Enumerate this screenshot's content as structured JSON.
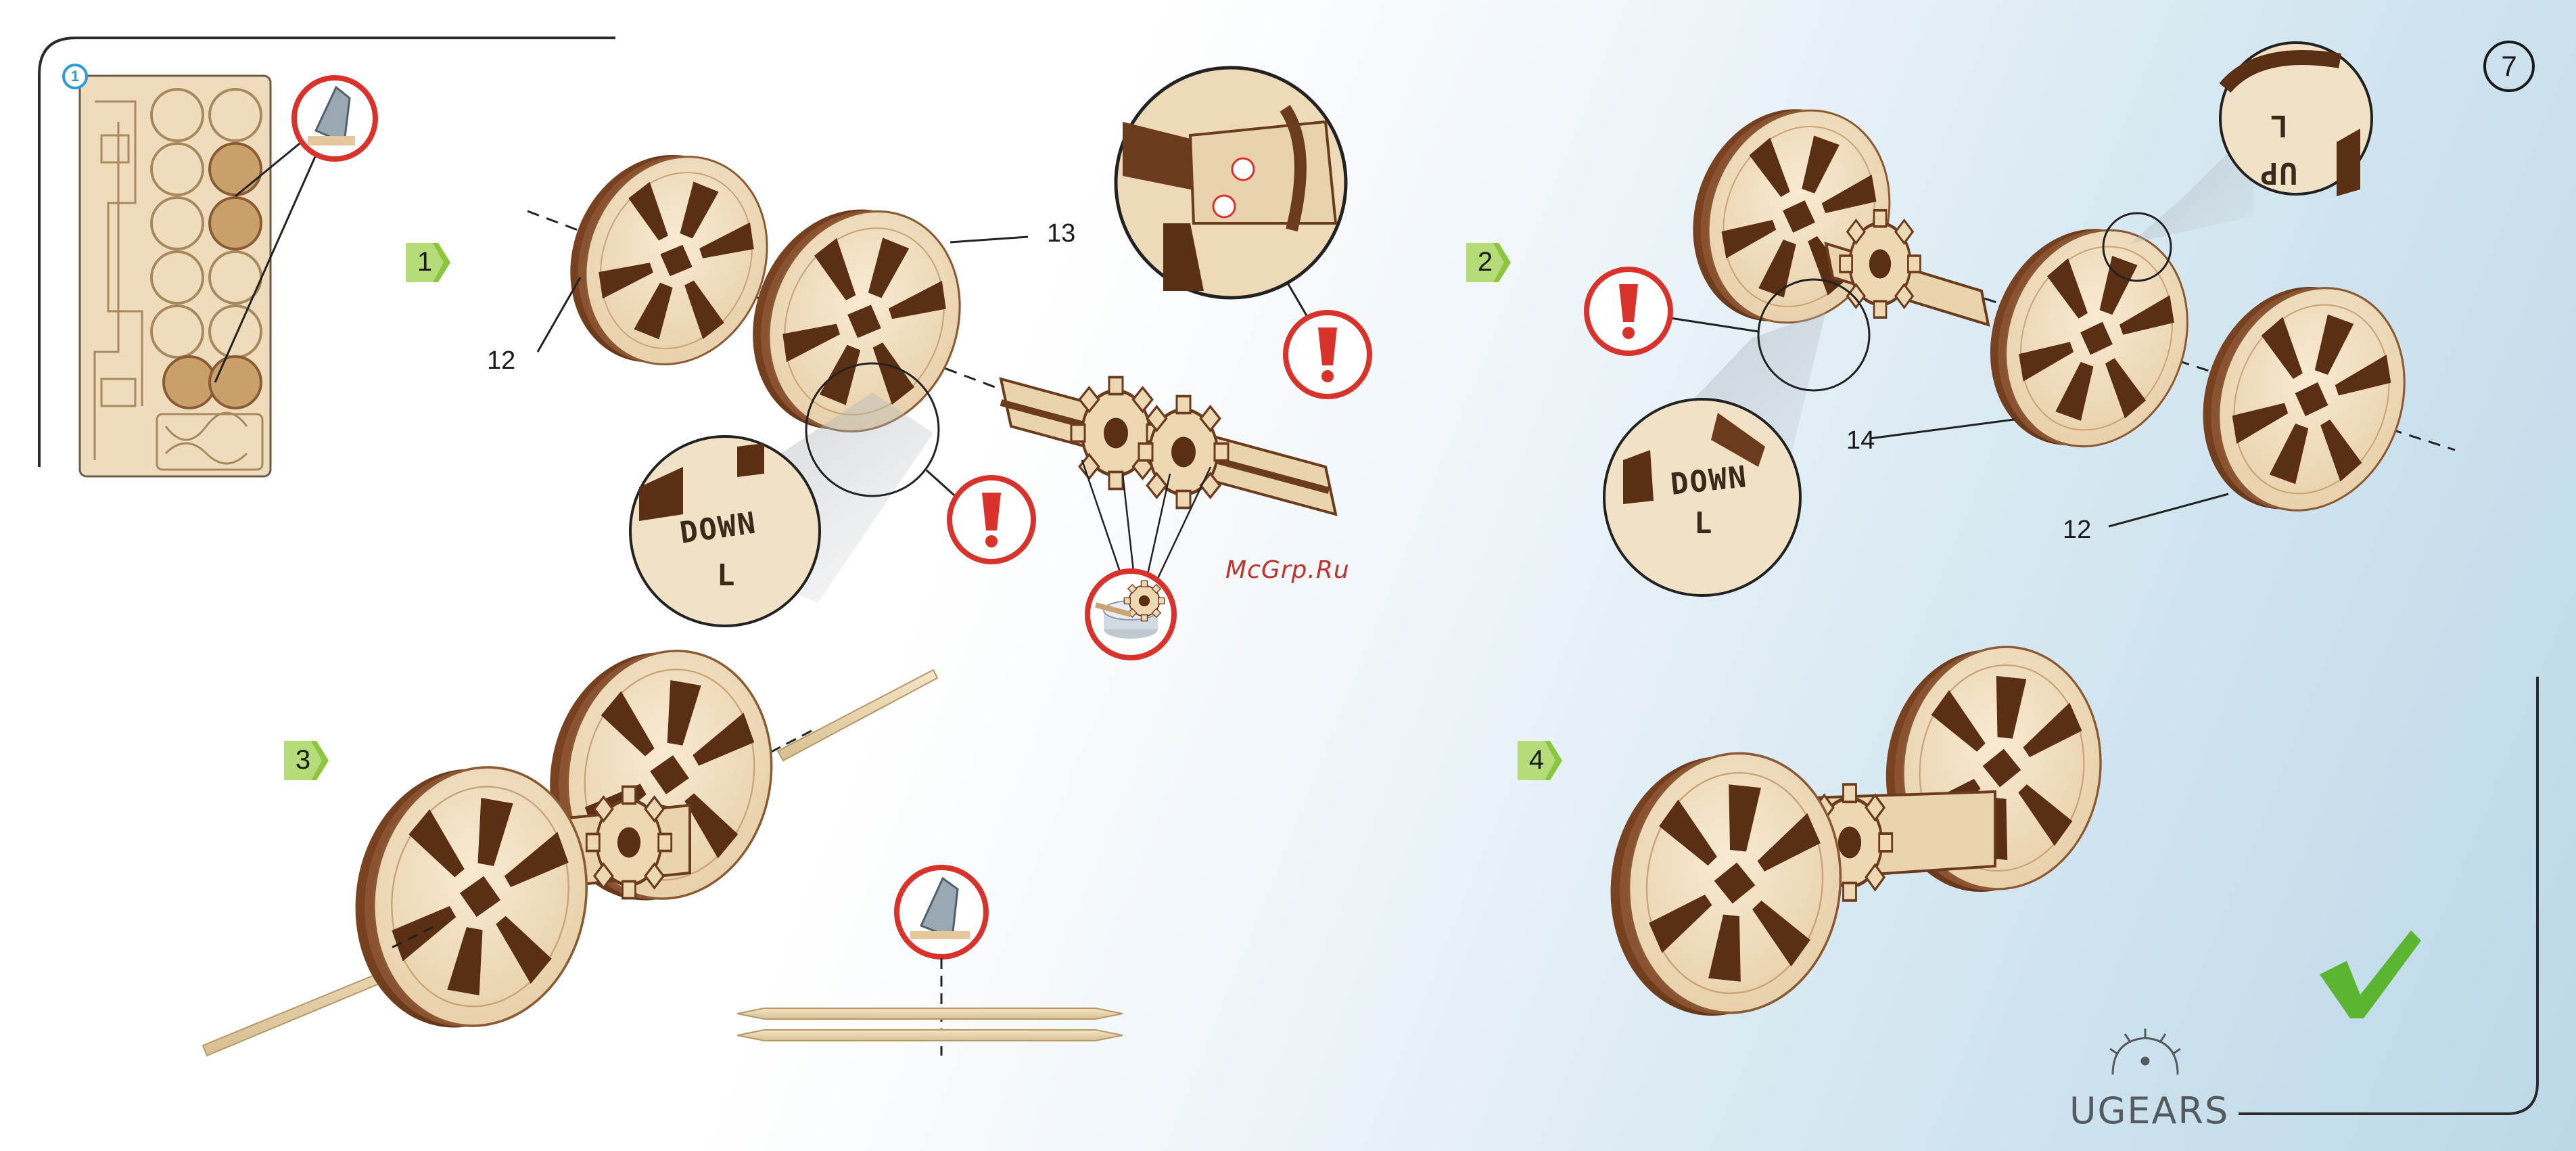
{
  "page_number": "7",
  "sheet_number": "1",
  "brand": "UGEARS",
  "watermark": "McGrp.Ru",
  "steps": [
    {
      "label": "1",
      "parts": [
        "12",
        "13"
      ]
    },
    {
      "label": "2",
      "parts": [
        "14",
        "12"
      ]
    },
    {
      "label": "3",
      "parts": []
    },
    {
      "label": "4",
      "parts": []
    }
  ],
  "stamps": {
    "down": "DOWN",
    "left": "L",
    "up": "UP"
  },
  "icons": [
    "exclamation-warning-icon",
    "cutter-knife-icon",
    "glue-pot-icon",
    "checkmark-icon",
    "gear-logo-icon"
  ],
  "colors": {
    "step_badge": "#8cc63f",
    "warning_red": "#d9322b",
    "wood_light": "#f1dfc2",
    "wood_dark": "#6b3b1e",
    "check_green": "#5cb531"
  }
}
